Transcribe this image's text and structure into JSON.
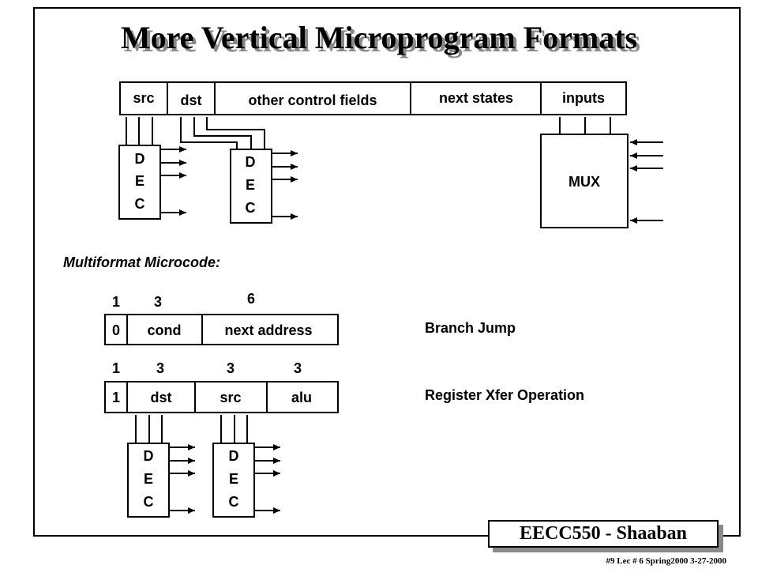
{
  "title": "More Vertical Microprogram Formats",
  "top_format": {
    "fields": [
      "src",
      "dst",
      "other control fields",
      "next states",
      "inputs"
    ],
    "decoder_letters": [
      "D",
      "E",
      "C"
    ],
    "mux_label": "MUX"
  },
  "multiformat": {
    "heading": "Multiformat Microcode:",
    "branch": {
      "widths": [
        "1",
        "3",
        "6"
      ],
      "fields": [
        "0",
        "cond",
        "next address"
      ],
      "label": "Branch Jump"
    },
    "register": {
      "widths": [
        "1",
        "3",
        "3",
        "3"
      ],
      "fields": [
        "1",
        "dst",
        "src",
        "alu"
      ],
      "label": "Register Xfer Operation"
    },
    "decoder_letters": [
      "D",
      "E",
      "C"
    ]
  },
  "badge": "EECC550 - Shaaban",
  "footer": "#9   Lec # 6   Spring2000   3-27-2000"
}
